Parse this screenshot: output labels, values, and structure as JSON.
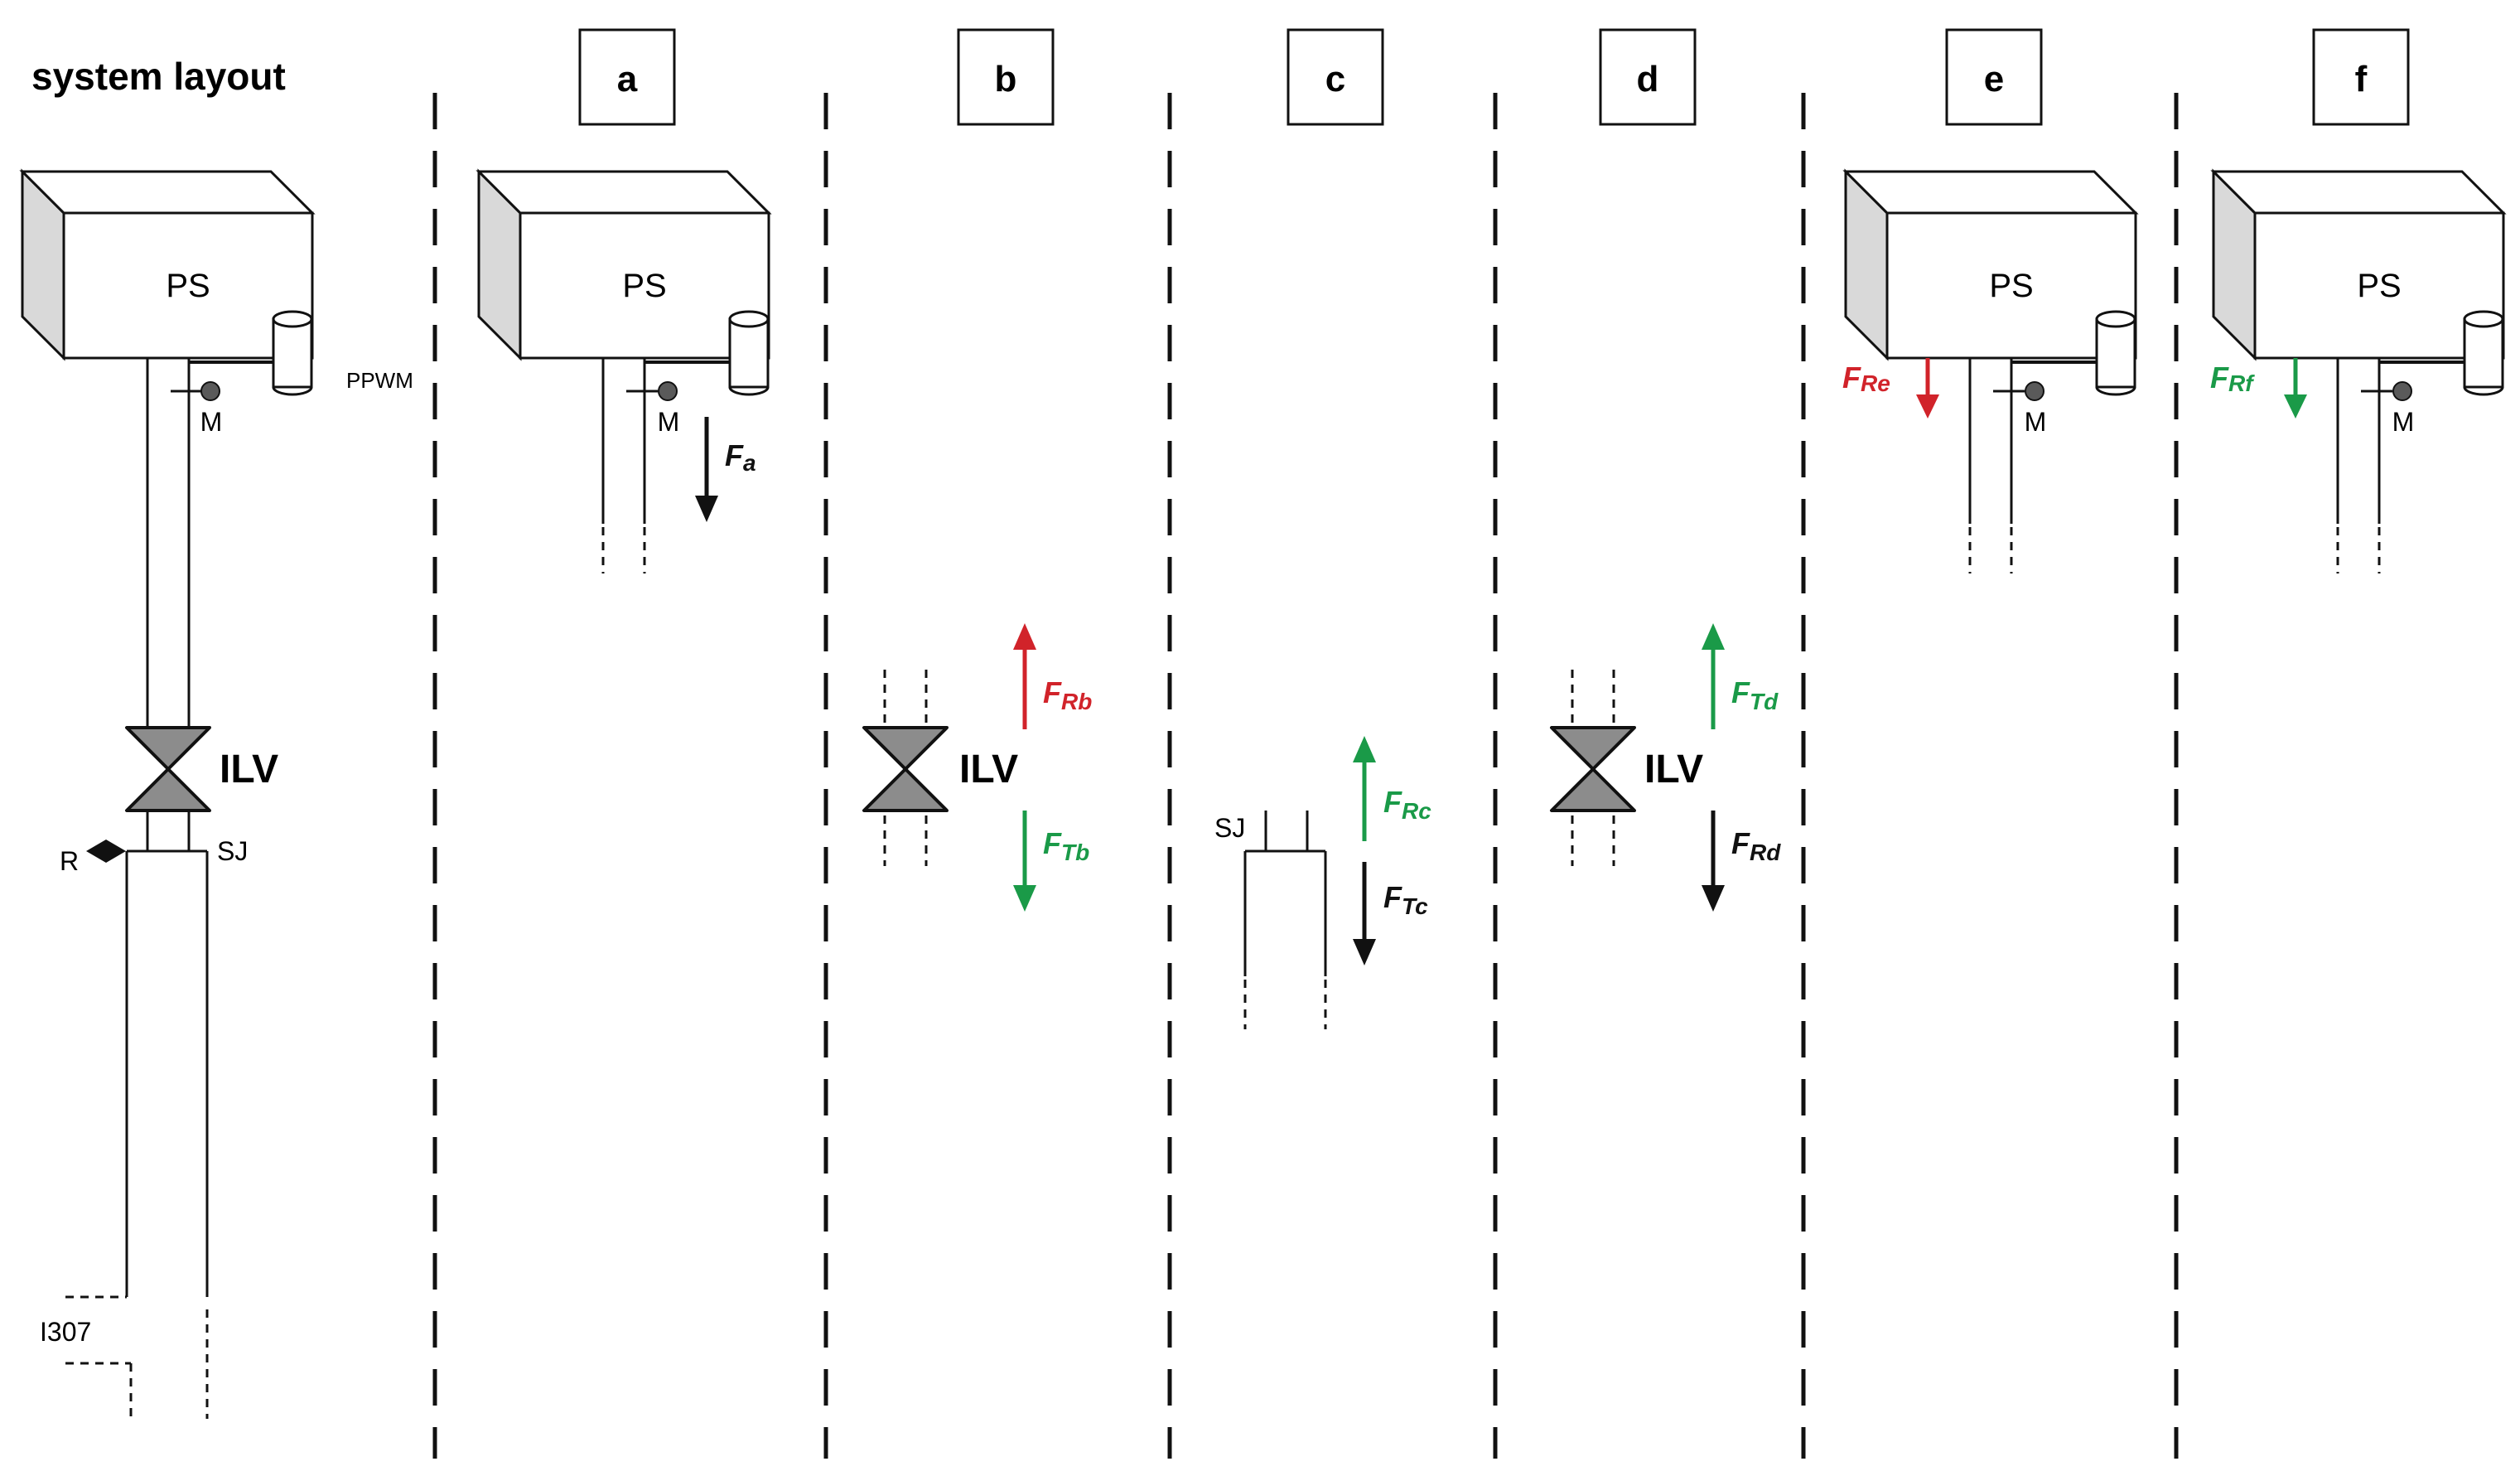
{
  "title": "system layout",
  "panels": [
    "a",
    "b",
    "c",
    "d",
    "e",
    "f"
  ],
  "labels": {
    "ps": "PS",
    "monitor": "M",
    "ppwm": "PPWM",
    "ilv": "ILV",
    "sj": "SJ",
    "r": "R",
    "i307": "I307"
  },
  "forces": {
    "a": {
      "main": "F",
      "sub": "a"
    },
    "b_r": {
      "main": "F",
      "sub": "Rb"
    },
    "b_t": {
      "main": "F",
      "sub": "Tb"
    },
    "c_r": {
      "main": "F",
      "sub": "Rc"
    },
    "c_t": {
      "main": "F",
      "sub": "Tc"
    },
    "d_t": {
      "main": "F",
      "sub": "Td"
    },
    "d_r": {
      "main": "F",
      "sub": "Rd"
    },
    "e": {
      "main": "F",
      "sub": "Re"
    },
    "f": {
      "main": "F",
      "sub": "Rf"
    }
  },
  "colors": {
    "black": "#111111",
    "red": "#d1232a",
    "green": "#1a9a48",
    "box_side": "#d9d9d9",
    "valve": "#8c8c8c",
    "monitor": "#5a5a5a"
  }
}
